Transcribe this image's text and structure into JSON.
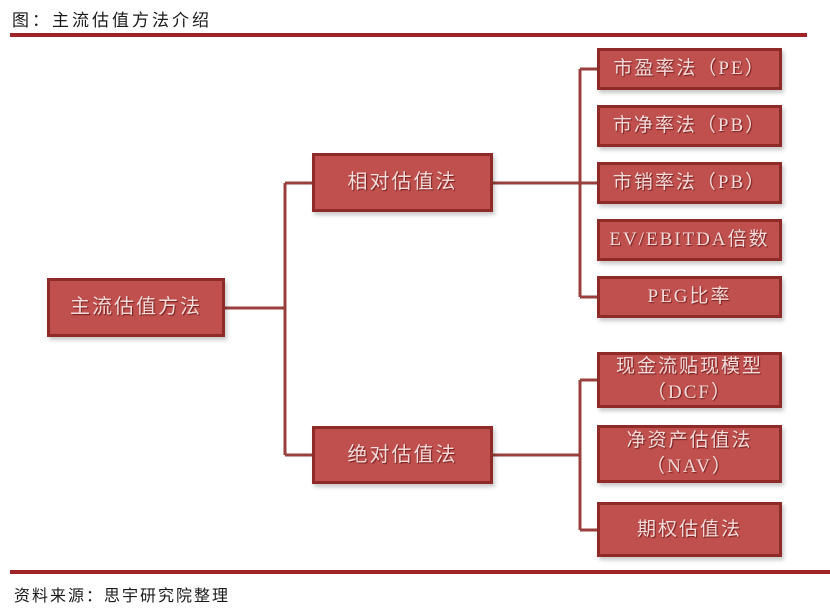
{
  "figure": {
    "title": "图：主流估值方法介绍",
    "source": "资料来源：思宇研究院整理"
  },
  "colors": {
    "box_fill": "#C0504D",
    "box_border": "#8E2B28",
    "box_text": "#F2DBDA",
    "rule": "#9E2428",
    "connector": "#99403C",
    "title_text": "#1A1A1A"
  },
  "tree": {
    "root": {
      "label": "主流估值方法"
    },
    "branches": [
      {
        "label": "相对估值法",
        "children": [
          {
            "label": "市盈率法（PE）"
          },
          {
            "label": "市净率法（PB）"
          },
          {
            "label": "市销率法（PB）"
          },
          {
            "label": "EV/EBITDA倍数"
          },
          {
            "label": "PEG比率"
          }
        ]
      },
      {
        "label": "绝对估值法",
        "children": [
          {
            "label": "现金流贴现模型\n（DCF）"
          },
          {
            "label": "净资产估值法\n（NAV）"
          },
          {
            "label": "期权估值法"
          }
        ]
      }
    ]
  }
}
